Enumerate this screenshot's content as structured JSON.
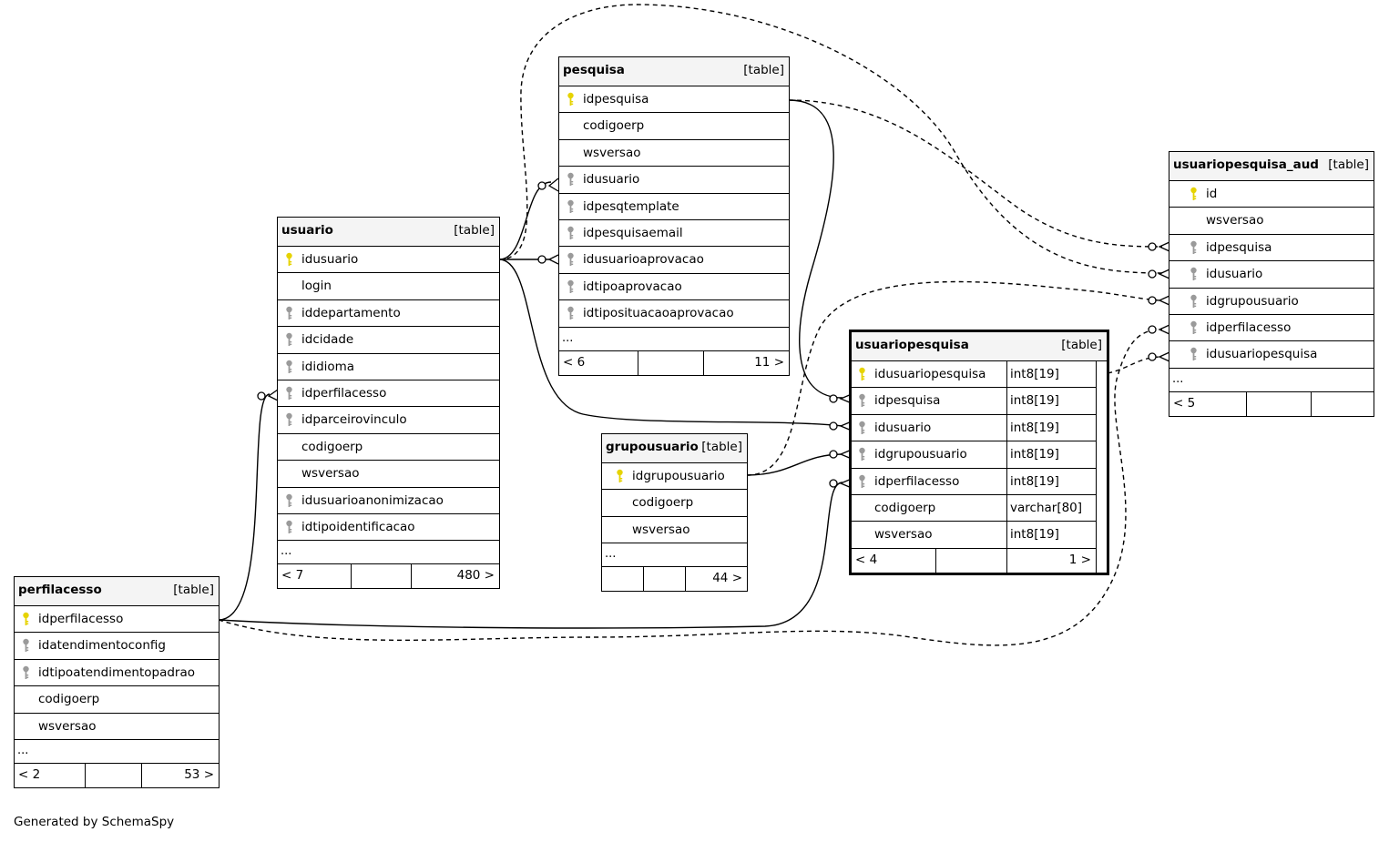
{
  "tag_label": "[table]",
  "more_label": "...",
  "credit": "Generated by SchemaSpy",
  "colors": {
    "primary_key": "#e6d300",
    "foreign_key": "#9a9a9a",
    "header_bg": "#f4f4f4",
    "line": "#000000"
  },
  "tables": {
    "pesquisa": {
      "name": "pesquisa",
      "columns": [
        {
          "name": "idpesquisa",
          "key": "primary-key-icon"
        },
        {
          "name": "codigoerp",
          "key": ""
        },
        {
          "name": "wsversao",
          "key": ""
        },
        {
          "name": "idusuario",
          "key": "foreign-key-icon"
        },
        {
          "name": "idpesqtemplate",
          "key": "foreign-key-icon"
        },
        {
          "name": "idpesquisaemail",
          "key": "foreign-key-icon"
        },
        {
          "name": "idusuarioaprovacao",
          "key": "foreign-key-icon"
        },
        {
          "name": "idtipoaprovacao",
          "key": "foreign-key-icon"
        },
        {
          "name": "idtiposituacaoaprovacao",
          "key": "foreign-key-icon"
        }
      ],
      "footer_left": "< 6",
      "footer_right": "11 >"
    },
    "usuario": {
      "name": "usuario",
      "columns": [
        {
          "name": "idusuario",
          "key": "primary-key-icon"
        },
        {
          "name": "login",
          "key": ""
        },
        {
          "name": "iddepartamento",
          "key": "foreign-key-icon"
        },
        {
          "name": "idcidade",
          "key": "foreign-key-icon"
        },
        {
          "name": "ididioma",
          "key": "foreign-key-icon"
        },
        {
          "name": "idperfilacesso",
          "key": "foreign-key-icon"
        },
        {
          "name": "idparceirovinculo",
          "key": "foreign-key-icon"
        },
        {
          "name": "codigoerp",
          "key": ""
        },
        {
          "name": "wsversao",
          "key": ""
        },
        {
          "name": "idusuarioanonimizacao",
          "key": "foreign-key-icon"
        },
        {
          "name": "idtipoidentificacao",
          "key": "foreign-key-icon"
        }
      ],
      "footer_left": "< 7",
      "footer_right": "480 >"
    },
    "perfilacesso": {
      "name": "perfilacesso",
      "columns": [
        {
          "name": "idperfilacesso",
          "key": "primary-key-icon"
        },
        {
          "name": "idatendimentoconfig",
          "key": "foreign-key-icon"
        },
        {
          "name": "idtipoatendimentopadrao",
          "key": "foreign-key-icon"
        },
        {
          "name": "codigoerp",
          "key": ""
        },
        {
          "name": "wsversao",
          "key": ""
        }
      ],
      "footer_left": "< 2",
      "footer_right": "53 >"
    },
    "grupousuario": {
      "name": "grupousuario",
      "columns": [
        {
          "name": "idgrupousuario",
          "key": "primary-key-icon"
        },
        {
          "name": "codigoerp",
          "key": ""
        },
        {
          "name": "wsversao",
          "key": ""
        }
      ],
      "footer_left": "",
      "footer_right": "44 >"
    },
    "usuariopesquisa": {
      "name": "usuariopesquisa",
      "columns": [
        {
          "name": "idusuariopesquisa",
          "key": "primary-key-icon",
          "type": "int8[19]"
        },
        {
          "name": "idpesquisa",
          "key": "foreign-key-icon",
          "type": "int8[19]"
        },
        {
          "name": "idusuario",
          "key": "foreign-key-icon",
          "type": "int8[19]"
        },
        {
          "name": "idgrupousuario",
          "key": "foreign-key-icon",
          "type": "int8[19]"
        },
        {
          "name": "idperfilacesso",
          "key": "foreign-key-icon",
          "type": "int8[19]"
        },
        {
          "name": "codigoerp",
          "key": "",
          "type": "varchar[80]"
        },
        {
          "name": "wsversao",
          "key": "",
          "type": "int8[19]"
        }
      ],
      "footer_left": "< 4",
      "footer_right": "1 >"
    },
    "usuariopesquisa_aud": {
      "name": "usuariopesquisa_aud",
      "columns": [
        {
          "name": "id",
          "key": "primary-key-icon"
        },
        {
          "name": "wsversao",
          "key": ""
        },
        {
          "name": "idpesquisa",
          "key": "foreign-key-icon"
        },
        {
          "name": "idusuario",
          "key": "foreign-key-icon"
        },
        {
          "name": "idgrupousuario",
          "key": "foreign-key-icon"
        },
        {
          "name": "idperfilacesso",
          "key": "foreign-key-icon"
        },
        {
          "name": "idusuariopesquisa",
          "key": "foreign-key-icon"
        }
      ],
      "footer_left": "< 5",
      "footer_right": ""
    }
  }
}
